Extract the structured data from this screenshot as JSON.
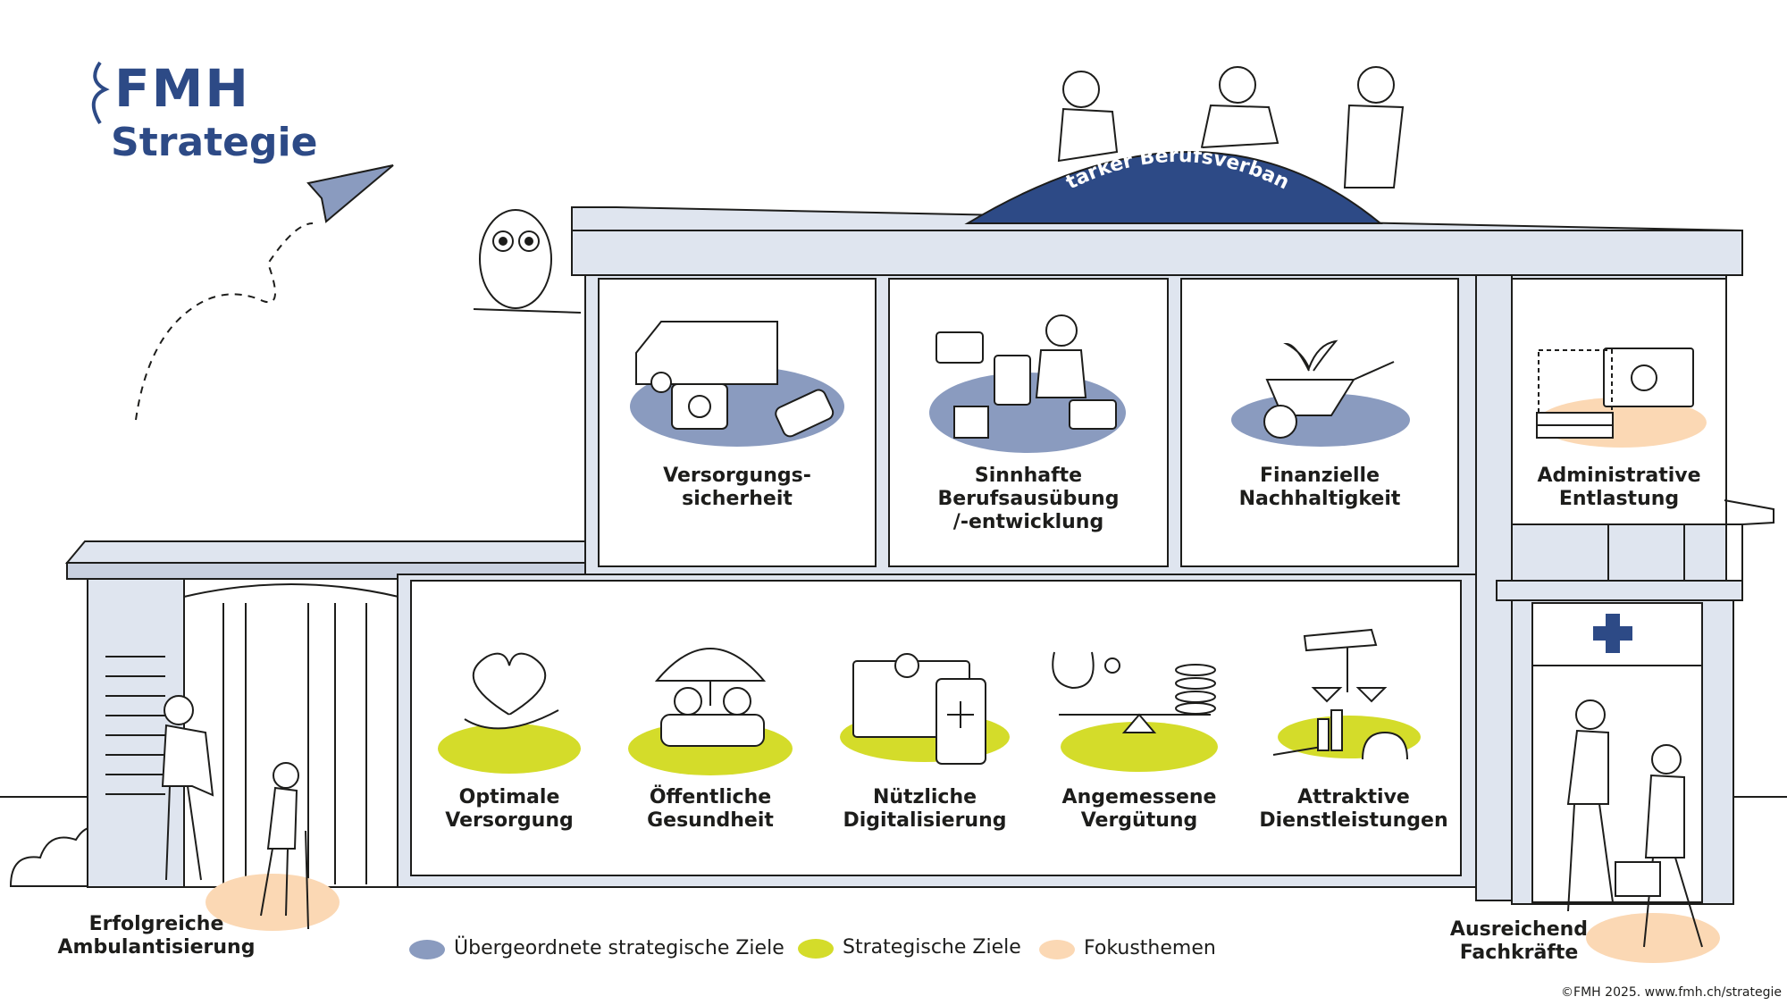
{
  "brand": {
    "name": "FMH",
    "subtitle": "Strategie"
  },
  "roof_banner": "Starker Berufsverband",
  "upper_goals": [
    {
      "lines": [
        "Versorgungs-",
        "sicherheit"
      ]
    },
    {
      "lines": [
        "Sinnhafte",
        "Berufsausübung",
        "/-entwicklung"
      ]
    },
    {
      "lines": [
        "Finanzielle",
        "Nachhaltigkeit"
      ]
    },
    {
      "lines": [
        "Administrative",
        "Entlastung"
      ]
    }
  ],
  "strategic_goals": [
    {
      "lines": [
        "Optimale",
        "Versorgung"
      ]
    },
    {
      "lines": [
        "Öffentliche",
        "Gesundheit"
      ]
    },
    {
      "lines": [
        "Nützliche",
        "Digitalisierung"
      ]
    },
    {
      "lines": [
        "Angemessene",
        "Vergütung"
      ]
    },
    {
      "lines": [
        "Attraktive",
        "Dienstleistungen"
      ]
    }
  ],
  "focus_topics": [
    {
      "lines": [
        "Erfolgreiche",
        "Ambulantisierung"
      ]
    },
    {
      "lines": [
        "Ausreichend",
        "Fachkräfte"
      ]
    }
  ],
  "legend": [
    {
      "label": "Übergeordnete strategische Ziele",
      "color": "#8a9bbf"
    },
    {
      "label": "Strategische Ziele",
      "color": "#d4dc2a"
    },
    {
      "label": "Fokusthemen",
      "color": "#fbd8b4"
    }
  ],
  "colors": {
    "navy": "#2d4a86",
    "wall": "#dfe5ef",
    "outline": "#1d1d1b",
    "banner": "#2d4a86"
  },
  "copyright": "©FMH 2025. www.fmh.ch/strategie"
}
